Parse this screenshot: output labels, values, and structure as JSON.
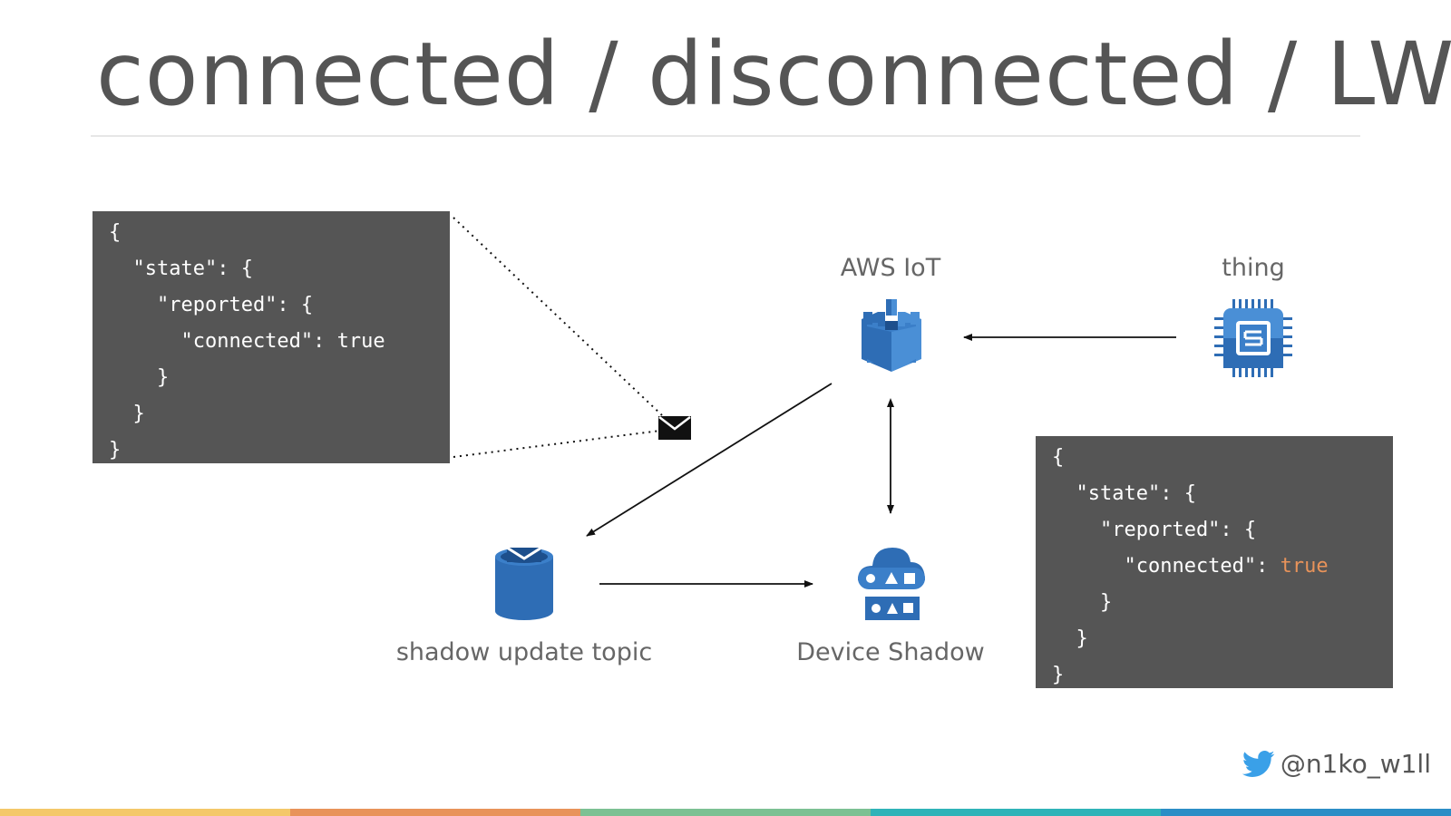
{
  "title": "connected / disconnected / LWT",
  "code_left": {
    "lines": [
      "{",
      "  \"state\": {",
      "    \"reported\": {",
      "      \"connected\": true",
      "    }",
      "  }",
      "}"
    ]
  },
  "code_right": {
    "lines": [
      "{",
      "  \"state\": {",
      "    \"reported\": {",
      "      \"connected\": ",
      "    }",
      "  }",
      "}"
    ],
    "highlight_value": "true",
    "highlight_color": "#e8935a"
  },
  "nodes": {
    "aws_iot": {
      "label": "AWS IoT",
      "icon": "aws-iot-icon"
    },
    "thing": {
      "label": "thing",
      "icon": "chip-icon"
    },
    "topic": {
      "label": "shadow update topic",
      "icon": "message-bucket-icon"
    },
    "shadow": {
      "label": "Device Shadow",
      "icon": "device-shadow-icon"
    },
    "message": {
      "icon": "envelope-icon"
    }
  },
  "footer": {
    "handle": "@n1ko_w1ll",
    "icon": "twitter-bird-icon"
  },
  "colors": {
    "title": "#555555",
    "code_bg": "#555555",
    "aws_blue": "#2e6db5",
    "aws_light_blue": "#4a8fd6",
    "twitter": "#3aa0e8",
    "stripes": [
      "#f4c86a",
      "#e8935a",
      "#7cc193",
      "#2fb3b8",
      "#2b8ec6"
    ]
  }
}
